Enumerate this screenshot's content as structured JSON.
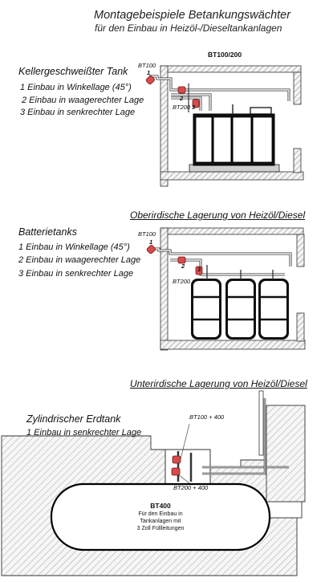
{
  "title": "Montagebeispiele Betankungswächter",
  "subtitle": "für den Einbau in Heizöl-/Dieseltankanlagen",
  "section1": {
    "heading": "Kellergeschweißter Tank",
    "items": [
      "1 Einbau in Winkellage (45°)",
      "2 Einbau in waagerechter Lage",
      "3 Einbau in senkrechter Lage"
    ],
    "model": "BT100/200",
    "label_bt100": "BT100",
    "label_bt200": "BT200",
    "nums": [
      "1",
      "2",
      "3"
    ]
  },
  "heading_above": "Oberirdische Lagerung von Heizöl/Diesel",
  "section2": {
    "heading": "Batterietanks",
    "items": [
      "1 Einbau in Winkellage (45°)",
      "2 Einbau in waagerechter Lage",
      "3 Einbau in senkrechter Lage"
    ],
    "label_bt100": "BT100",
    "label_bt200": "BT200",
    "nums": [
      "1",
      "2",
      "3"
    ]
  },
  "heading_below": "Unterirdische Lagerung von Heizöl/Diesel",
  "section3": {
    "heading": "Zylindrischer Erdtank",
    "items": [
      "1 Einbau in senkrechter Lage"
    ],
    "label_top": "BT100 + 400",
    "label_bottom": "BT200 + 400",
    "model": "BT400",
    "desc": [
      "Für den Einbau in",
      "Tankanlagen mit",
      "3 Zoll Füllleitungen"
    ]
  },
  "colors": {
    "valve": "#d94a4a",
    "hatch": "#9a9a9a",
    "line": "#111111"
  }
}
